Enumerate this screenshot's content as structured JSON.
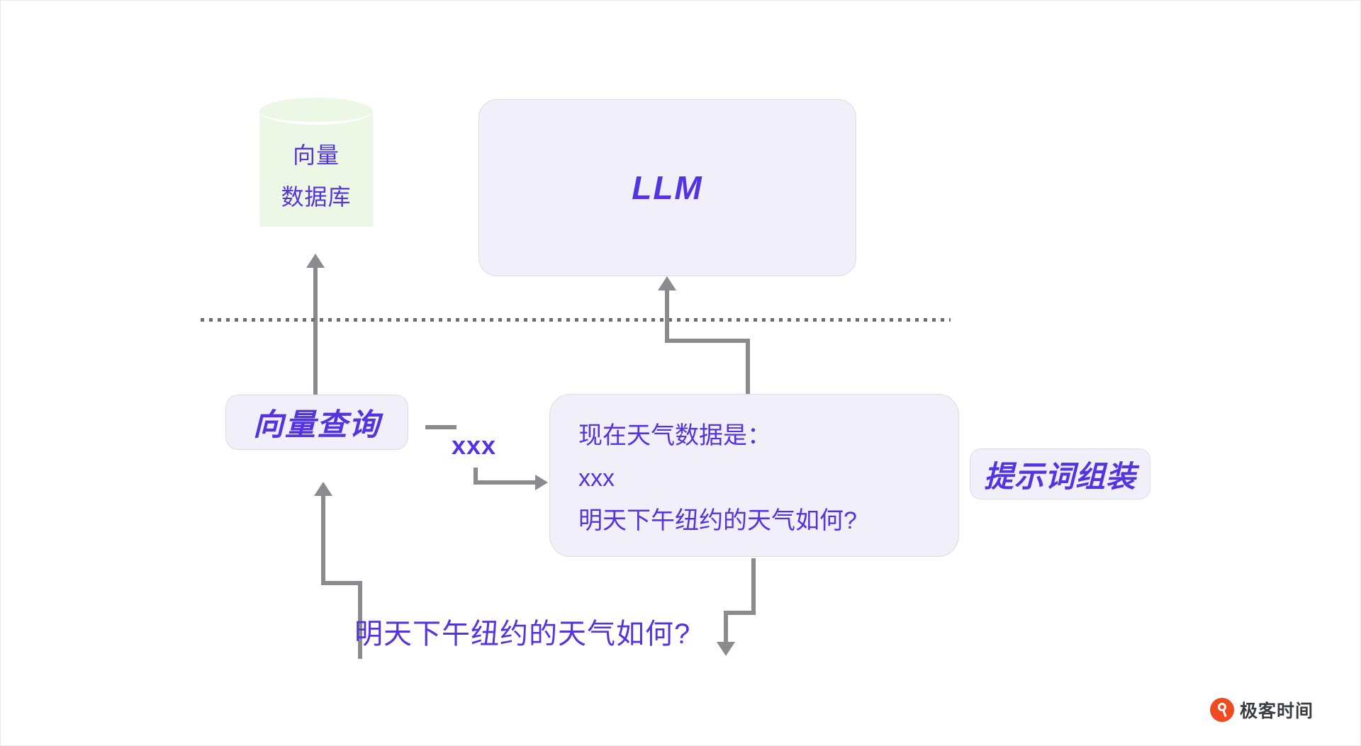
{
  "diagram": {
    "title": "RAG prompt assembly flow",
    "vector_db": {
      "label_line1": "向量",
      "label_line2": "数据库",
      "fill_color": "#ecf7e6",
      "text_color": "#5433e0"
    },
    "llm": {
      "label": "LLM",
      "fill_color": "#f1effa",
      "border_color": "#dcdce2",
      "text_color": "#5433e0"
    },
    "vector_query": {
      "label": "向量查询",
      "fill_color": "#f1effa",
      "text_color": "#5433e0"
    },
    "mid_label": {
      "text": "xxx",
      "text_color": "#5433e0"
    },
    "prompt_box": {
      "lines": [
        "现在天气数据是：",
        "xxx",
        "明天下午纽约的天气如何?"
      ],
      "fill_color": "#f1effa",
      "text_color": "#5433e0"
    },
    "prompt_assembly": {
      "label": "提示词组装",
      "fill_color": "#f1effa",
      "text_color": "#5433e0"
    },
    "user_question": {
      "text": "明天下午纽约的天气如何?",
      "text_color": "#5433e0"
    },
    "connector_color": "#8a8a8f",
    "divider_color": "#6e6e73"
  },
  "watermark": {
    "brand": "极客时间",
    "mark_color": "#f04a23"
  }
}
